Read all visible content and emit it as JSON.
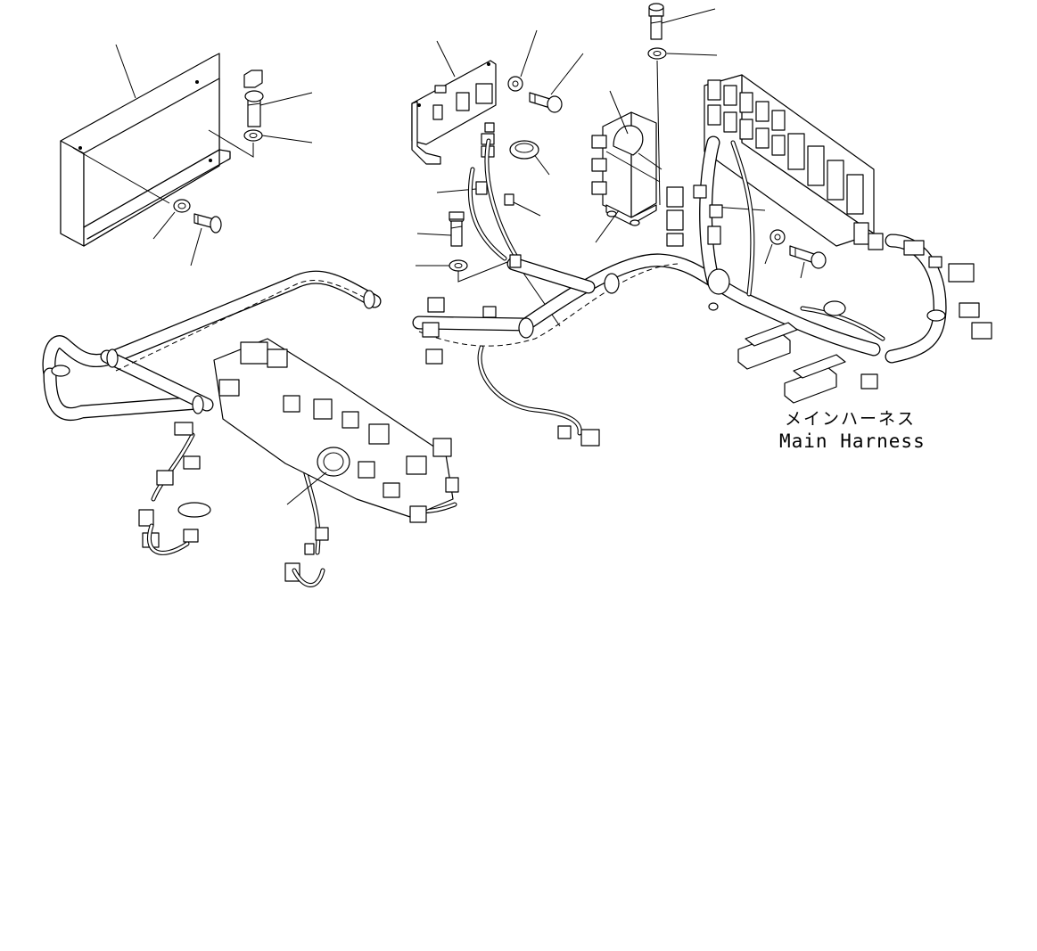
{
  "labels": {
    "harness_jp": "メインハーネス",
    "harness_en": "Main Harness"
  },
  "parts": [
    "cover-plate",
    "bolt",
    "washer",
    "bracket",
    "grommet",
    "wire-clip",
    "fuse-box",
    "main-harness",
    "relay-block"
  ]
}
